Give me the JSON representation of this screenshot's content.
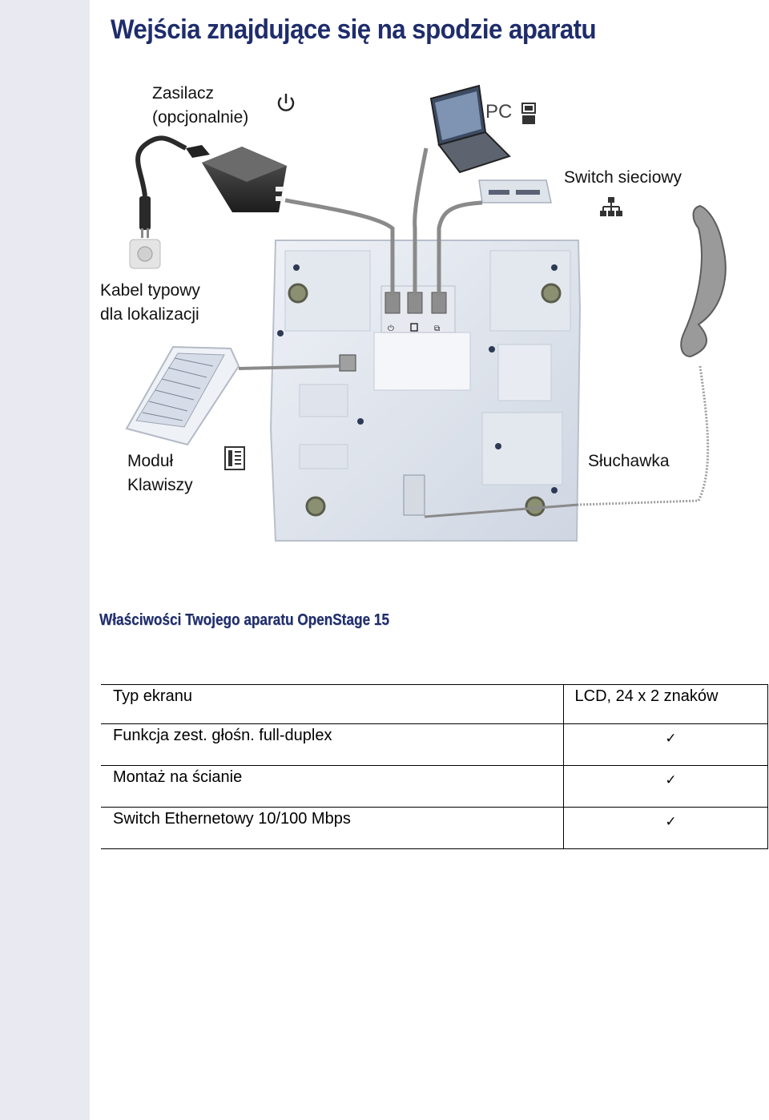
{
  "page": {
    "title": "Wejścia znajdujące się na spodzie aparatu"
  },
  "diagram": {
    "labels": {
      "power_supply": [
        "Zasilacz",
        "(opcjonalnie)"
      ],
      "pc": "PC",
      "switch": "Switch sieciowy",
      "cable": [
        "Kabel typowy",
        "dla lokalizacji"
      ],
      "key_module": [
        "Moduł",
        "Klawiszy"
      ],
      "handset": "Słuchawka"
    },
    "icons": [
      "power-icon",
      "pc-icon",
      "network-icon",
      "key-module-icon"
    ]
  },
  "features": {
    "heading": "Właściwości Twojego aparatu OpenStage 15",
    "rows": [
      {
        "feature": "Typ ekranu",
        "value": "LCD, 24 x 2 znaków"
      },
      {
        "feature": "Funkcja zest. głośn. full-duplex",
        "value": "✓"
      },
      {
        "feature": "Montaż na ścianie",
        "value": "✓"
      },
      {
        "feature": "Switch Ethernetowy 10/100 Mbps",
        "value": "✓"
      }
    ]
  }
}
